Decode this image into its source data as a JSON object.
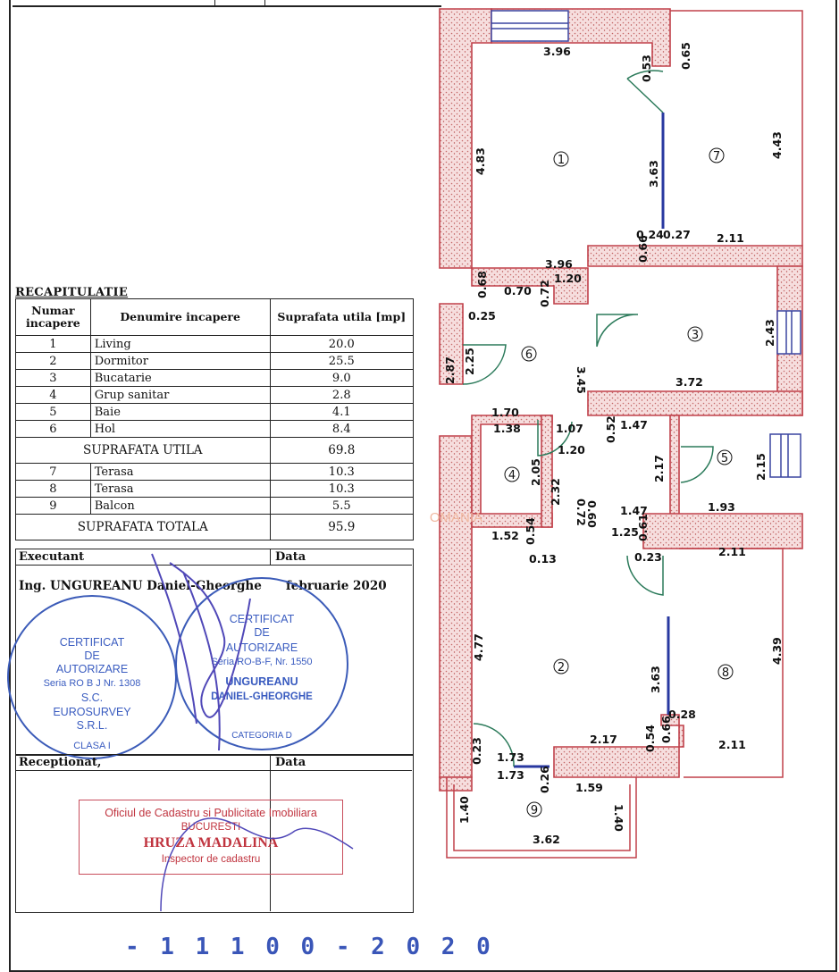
{
  "recap": {
    "title": "RECAPITULATIE",
    "headers": {
      "nr": "Numar incapere",
      "name": "Denumire incapere",
      "area": "Suprafata utila [mp]"
    },
    "rooms": [
      {
        "nr": "1",
        "name": "Living",
        "area": "20.0"
      },
      {
        "nr": "2",
        "name": "Dormitor",
        "area": "25.5"
      },
      {
        "nr": "3",
        "name": "Bucatarie",
        "area": "9.0"
      },
      {
        "nr": "4",
        "name": "Grup sanitar",
        "area": "2.8"
      },
      {
        "nr": "5",
        "name": "Baie",
        "area": "4.1"
      },
      {
        "nr": "6",
        "name": "Hol",
        "area": "8.4"
      }
    ],
    "usable_label": "SUPRAFATA UTILA",
    "usable_value": "69.8",
    "extra": [
      {
        "nr": "7",
        "name": "Terasa",
        "area": "10.3"
      },
      {
        "nr": "8",
        "name": "Terasa",
        "area": "10.3"
      },
      {
        "nr": "9",
        "name": "Balcon",
        "area": "5.5"
      }
    ],
    "total_label": "SUPRAFATA TOTALA",
    "total_value": "95.9"
  },
  "executant": {
    "label": "Executant",
    "date_label": "Data",
    "engineer": "Ing. UNGUREANU Daniel-Gheorghe",
    "date": "februarie 2020"
  },
  "stamp_left": {
    "lines": [
      "CERTIFICAT",
      "DE",
      "AUTORIZARE",
      "Seria RO  B  J Nr. 1308",
      "S.C.",
      "EUROSURVEY",
      "S.R.L.",
      "CLASA I"
    ]
  },
  "stamp_right": {
    "lines": [
      "CERTIFICAT",
      "DE",
      "AUTORIZARE",
      "Seria RO-B-F, Nr. 1550",
      "UNGUREANU",
      "DANIEL-GHEORGHE",
      "CATEGORIA D"
    ]
  },
  "receptionat": {
    "label": "Receptionat,",
    "date_label": "Data"
  },
  "ocpi_stamp": {
    "line1": "Oficiul de Cadastru si Publicitate Imobiliara",
    "line2": "BUCURESTI",
    "line3": "HRUZA MADALINA",
    "line4": "Inspector de cadastru"
  },
  "reg_date": "- 1 1 1 0 0 - 2 0 2 0",
  "watermark": "ROMANIA",
  "plan": {
    "room_numbers": [
      "1",
      "2",
      "3",
      "4",
      "5",
      "6",
      "7",
      "8",
      "9"
    ],
    "dims": [
      "3.96",
      "0.53",
      "0.65",
      "4.83",
      "3.63",
      "4.43",
      "0.24",
      "0.27",
      "2.11",
      "0.66",
      "3.96",
      "0.68",
      "0.70",
      "0.72",
      "1.20",
      "0.25",
      "2.43",
      "3.45",
      "2.87",
      "2.25",
      "3.72",
      "1.70",
      "1.38",
      "1.07",
      "0.52",
      "1.47",
      "2.05",
      "1.20",
      "2.17",
      "2.15",
      "2.32",
      "0.60",
      "0.72",
      "1.47",
      "1.93",
      "1.52",
      "0.54",
      "0.13",
      "1.25",
      "0.61",
      "0.23",
      "2.11",
      "4.77",
      "3.63",
      "4.39",
      "0.28",
      "2.17",
      "0.54",
      "0.66",
      "2.11",
      "0.23",
      "1.73",
      "1.73",
      "0.26",
      "1.59",
      "1.40",
      "1.40",
      "3.62"
    ]
  },
  "colors": {
    "wall": "#c0404a",
    "hatch": "#d98a8a",
    "stamp_blue": "#3a5cc0",
    "ocpi_red": "#c0343f"
  }
}
